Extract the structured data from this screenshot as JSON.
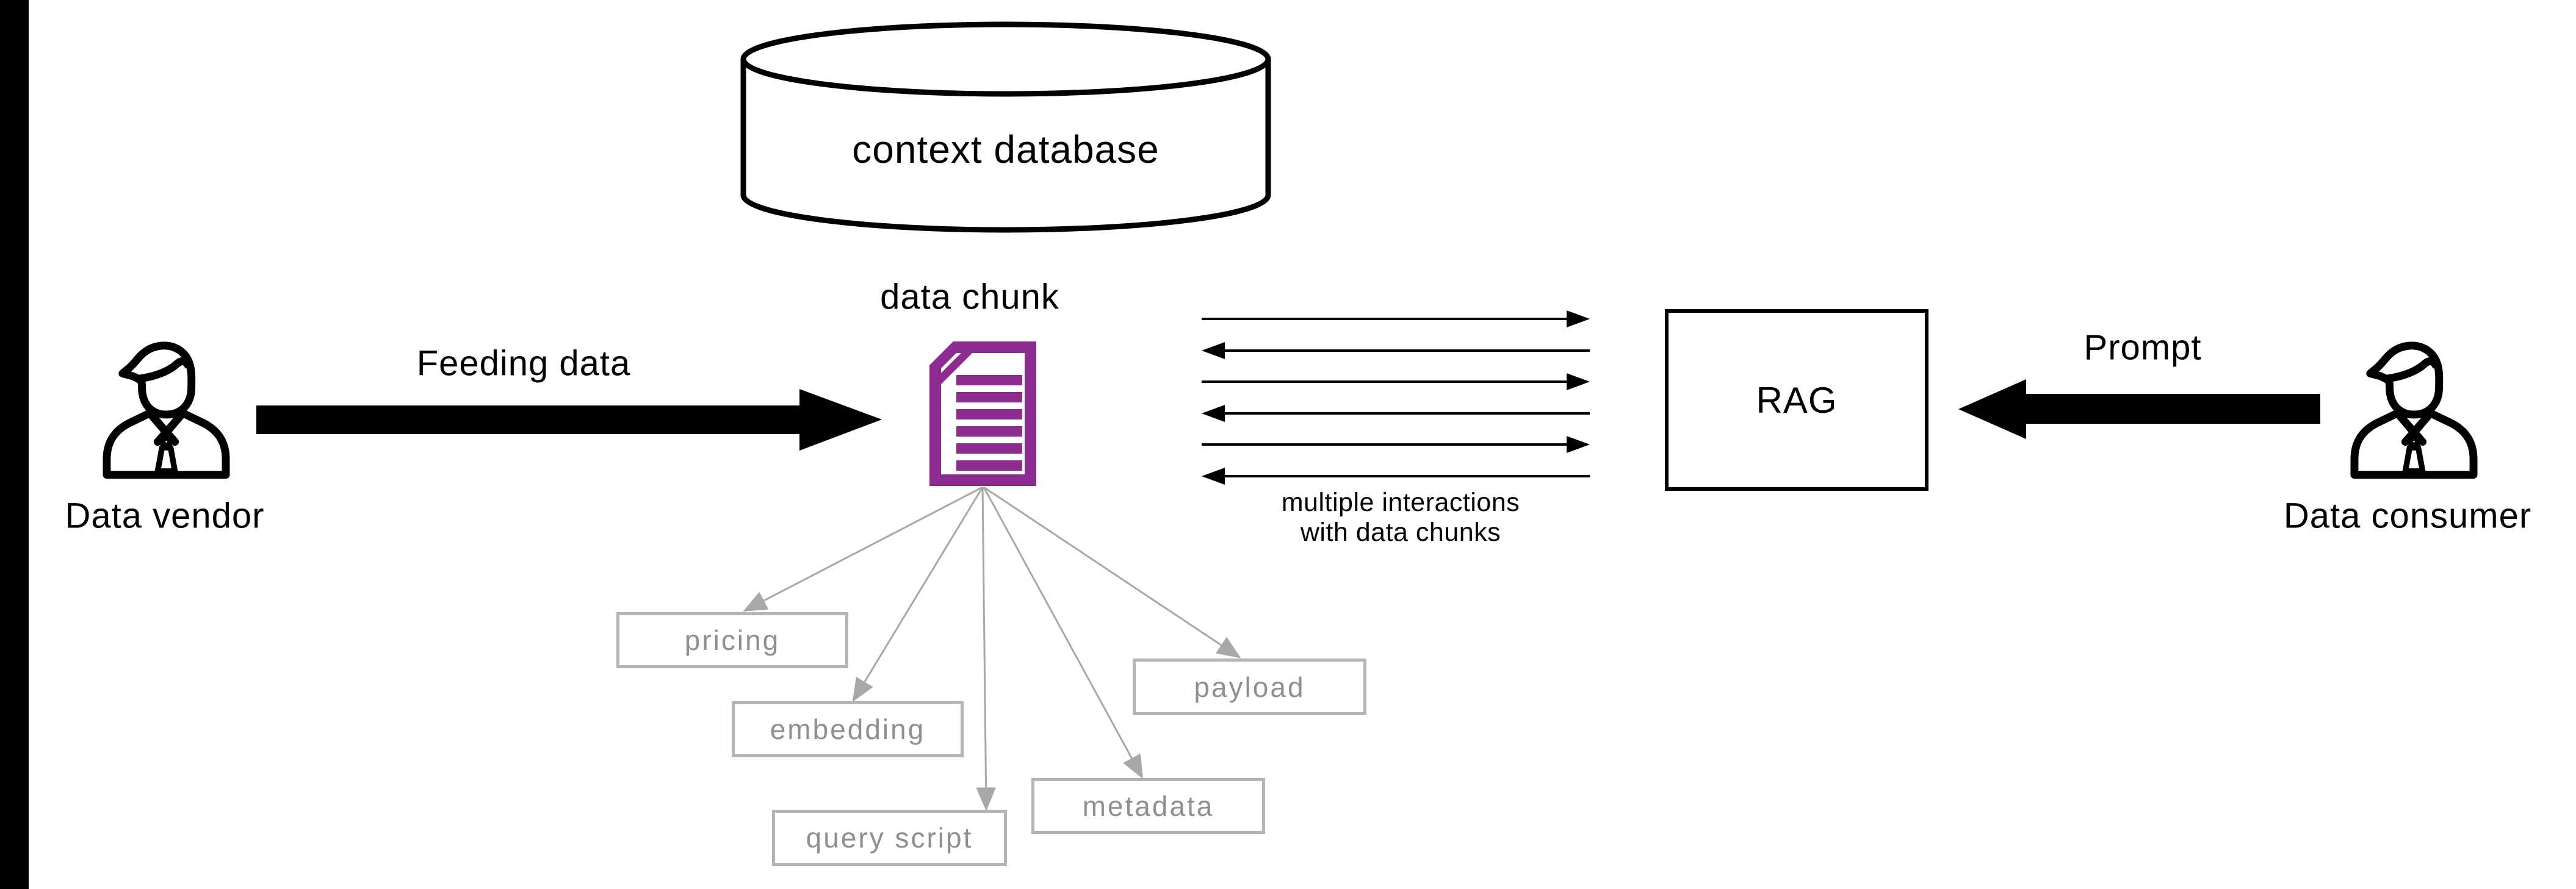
{
  "diagram": {
    "title_context": "RAG data feeding diagram",
    "database": {
      "label": "context database"
    },
    "data_chunk": {
      "label": "data chunk"
    },
    "feeding_arrow": {
      "label": "Feeding data"
    },
    "prompt_arrow": {
      "label": "Prompt"
    },
    "rag": {
      "label": "RAG"
    },
    "vendor": {
      "label": "Data vendor"
    },
    "consumer": {
      "label": "Data consumer"
    },
    "interactions_caption": {
      "line1": "multiple interactions",
      "line2": "with data chunks"
    },
    "chunk_fields": [
      {
        "label": "pricing"
      },
      {
        "label": "embedding"
      },
      {
        "label": "query script"
      },
      {
        "label": "metadata"
      },
      {
        "label": "payload"
      }
    ],
    "icons": {
      "database": "database-cylinder-icon",
      "document": "document-icon",
      "vendor": "person-icon",
      "consumer": "person-icon"
    },
    "colors": {
      "accent_purple": "#8e2b90",
      "muted_gray": "#8f8f8f",
      "box_border_gray": "#b5b5b5",
      "connector_gray": "#a8a8a8",
      "ink": "#000000"
    }
  }
}
